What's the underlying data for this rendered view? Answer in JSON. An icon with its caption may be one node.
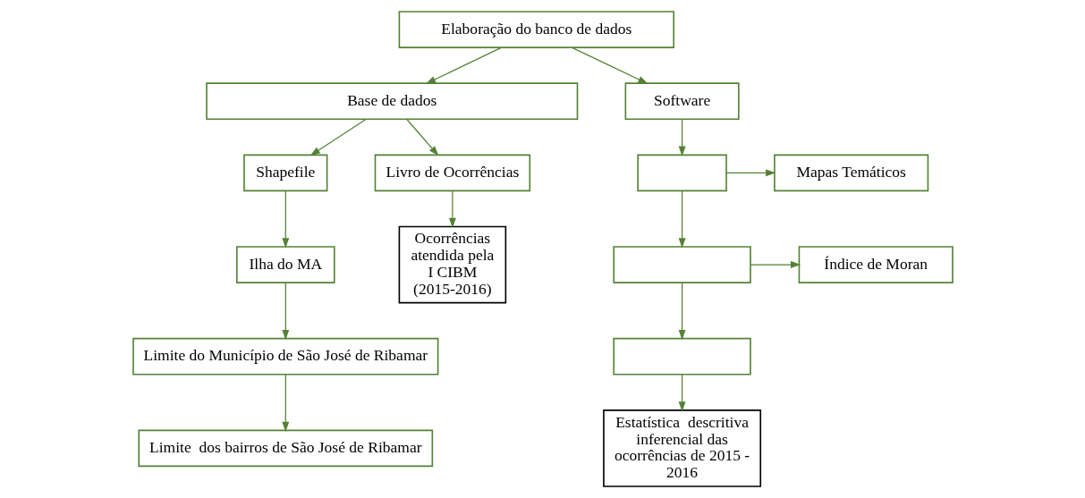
{
  "diagram": {
    "nodes": [
      {
        "text": [
          "Elaboração do banco de dados"
        ]
      },
      {
        "text": [
          "Base de dados"
        ]
      },
      {
        "text": [
          "Software"
        ]
      },
      {
        "text": [
          "Shapefile"
        ]
      },
      {
        "text": [
          "Livro de Ocorrências"
        ]
      },
      {
        "text": [],
        "shape": "box"
      },
      {
        "text": [
          "Mapas Temáticos"
        ]
      },
      {
        "text": [
          "Ilha do MA"
        ]
      },
      {
        "text": [],
        "shape": "box"
      },
      {
        "text": [
          "Índice de Moran"
        ]
      },
      {
        "text": [
          "Ocorrências atendida pela I CIBM (2015-2016)"
        ]
      },
      {
        "text": [],
        "shape": "box"
      },
      {
        "text": [
          "Limite do Município de São José de Ribamar"
        ]
      },
      {
        "text": [
          "Estatística  descritiva inferencial das ocorrências de 2015 - 2016"
        ]
      },
      {
        "text": [
          "Limite  dos bairros de São José de Ribamar"
        ]
      }
    ],
    "edges": [
      {
        "from": 0,
        "to": 1,
        "arrow": "to"
      },
      {
        "from": 0,
        "to": 2,
        "arrow": "to"
      },
      {
        "from": 1,
        "to": 3,
        "arrow": "to"
      },
      {
        "from": 1,
        "to": 4,
        "arrow": "to"
      },
      {
        "from": 2,
        "to": 5,
        "arrow": "to"
      },
      {
        "from": 5,
        "to": 6,
        "arrow": "to"
      },
      {
        "from": 3,
        "to": 7,
        "arrow": "to"
      },
      {
        "from": 4,
        "to": 10,
        "arrow": "to"
      },
      {
        "from": 5,
        "to": 8,
        "arrow": "to"
      },
      {
        "from": 8,
        "to": 9,
        "arrow": "to"
      },
      {
        "from": 7,
        "to": 12,
        "arrow": "to"
      },
      {
        "from": 8,
        "to": 11,
        "arrow": "to"
      },
      {
        "from": 11,
        "to": 13,
        "arrow": "to"
      },
      {
        "from": 12,
        "to": 14,
        "arrow": "to"
      }
    ]
  }
}
